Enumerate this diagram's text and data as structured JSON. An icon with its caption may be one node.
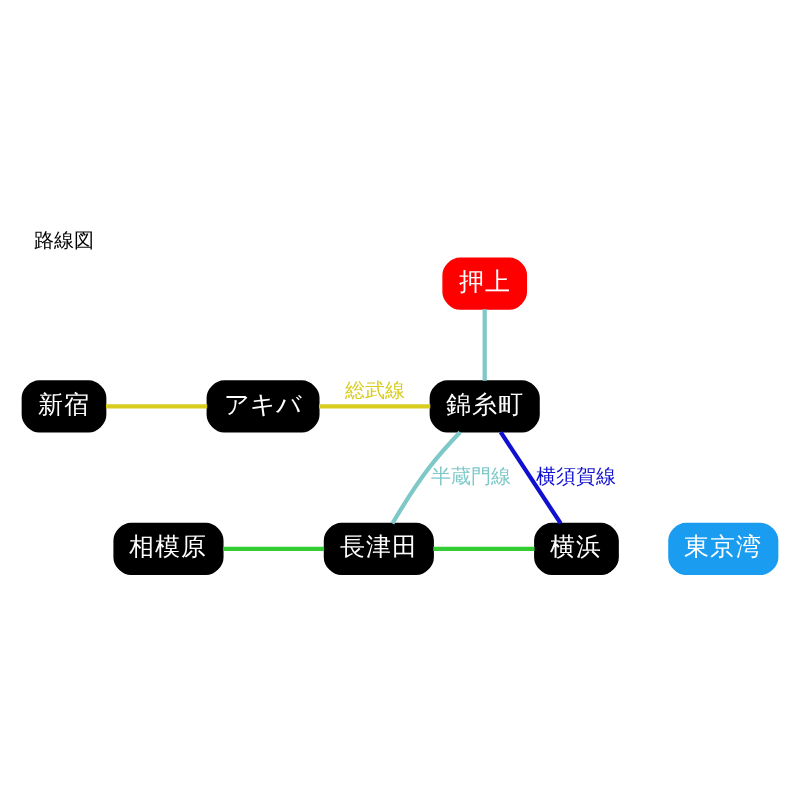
{
  "diagram": {
    "title": "路線図",
    "nodes": [
      {
        "text": [
          "押上"
        ]
      },
      {
        "text": [
          "新宿"
        ]
      },
      {
        "text": [
          "アキバ"
        ]
      },
      {
        "text": [
          "錦糸町"
        ]
      },
      {
        "text": [
          "相模原"
        ]
      },
      {
        "text": [
          "長津田"
        ]
      },
      {
        "text": [
          "横浜"
        ]
      },
      {
        "text": [
          "東京湾"
        ]
      }
    ],
    "edges": [
      {
        "from": 0,
        "to": 3,
        "arrow": "none",
        "color": "#7fc8c8"
      },
      {
        "from": 1,
        "to": 2,
        "arrow": "none",
        "color": "#d8cc20"
      },
      {
        "from": 2,
        "to": 3,
        "arrow": "none",
        "label": "総武線",
        "color": "#d8cc20"
      },
      {
        "from": 3,
        "to": 6,
        "arrow": "none",
        "label": "横須賀線",
        "color": "#1010d0"
      },
      {
        "from": 3,
        "to": 5,
        "arrow": "none",
        "label": "半蔵門線",
        "color": "#7fc8c8"
      },
      {
        "from": 4,
        "to": 5,
        "arrow": "none",
        "color": "#33cc33"
      },
      {
        "from": 5,
        "to": 6,
        "arrow": "none",
        "color": "#33cc33"
      }
    ]
  }
}
